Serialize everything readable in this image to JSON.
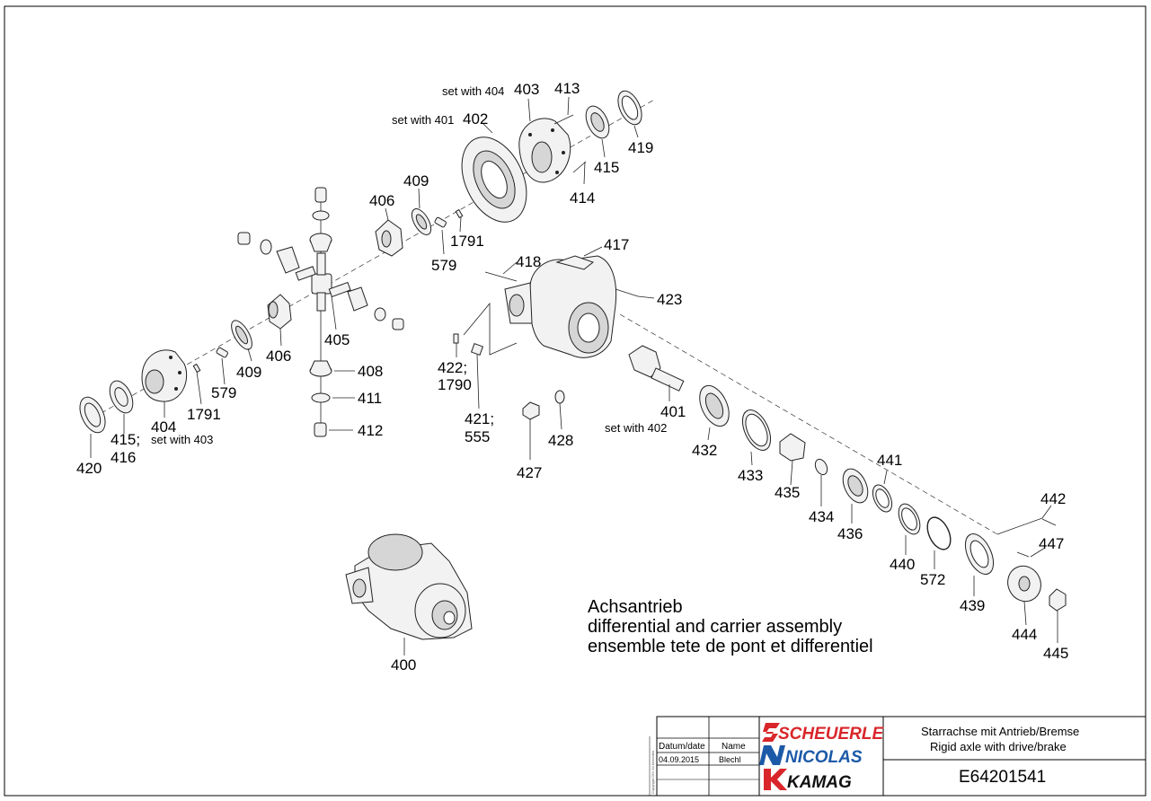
{
  "parts": {
    "p400": "400",
    "p401": "401",
    "p401_note": "set with 402",
    "p402": "402",
    "p402_note": "set with 401",
    "p403": "403",
    "p403_note": "set with 404",
    "p404": "404",
    "p404_note": "set with 403",
    "p405": "405",
    "p406a": "406",
    "p406b": "406",
    "p408": "408",
    "p409a": "409",
    "p409b": "409",
    "p411": "411",
    "p412": "412",
    "p413": "413",
    "p414": "414",
    "p415a": "415",
    "p415b_1": "415;",
    "p415b_2": "416",
    "p417": "417",
    "p418": "418",
    "p419": "419",
    "p420": "420",
    "p421_1": "421;",
    "p421_2": "555",
    "p422_1": "422;",
    "p422_2": "1790",
    "p423": "423",
    "p427": "427",
    "p428": "428",
    "p432": "432",
    "p433": "433",
    "p434": "434",
    "p435": "435",
    "p436": "436",
    "p439": "439",
    "p440": "440",
    "p441": "441",
    "p442": "442",
    "p444": "444",
    "p445": "445",
    "p447": "447",
    "p572": "572",
    "p579a": "579",
    "p579b": "579",
    "p1791a": "1791",
    "p1791b": "1791"
  },
  "description": {
    "line1": "Achsantrieb",
    "line2": "differential and carrier assembly",
    "line3": "ensemble tete de pont et differentiel"
  },
  "title_block": {
    "col_date": "Datum/date",
    "col_name": "Name",
    "date_value": "04.09.2015",
    "name_value": "Blechl",
    "logo1": "SCHEUERLE",
    "logo2": "NICOLAS",
    "logo3": "KAMAG",
    "title_line1": "Starrachse mit Antrieb/Bremse",
    "title_line2": "Rigid axle with drive/brake",
    "drawing_number": "E64201541",
    "copyright": "Copyright DIN 34 beachten"
  },
  "colors": {
    "scheuerle_red": "#d9262b",
    "nicolas_blue": "#1c5aa8",
    "kamag_black": "#111111"
  }
}
